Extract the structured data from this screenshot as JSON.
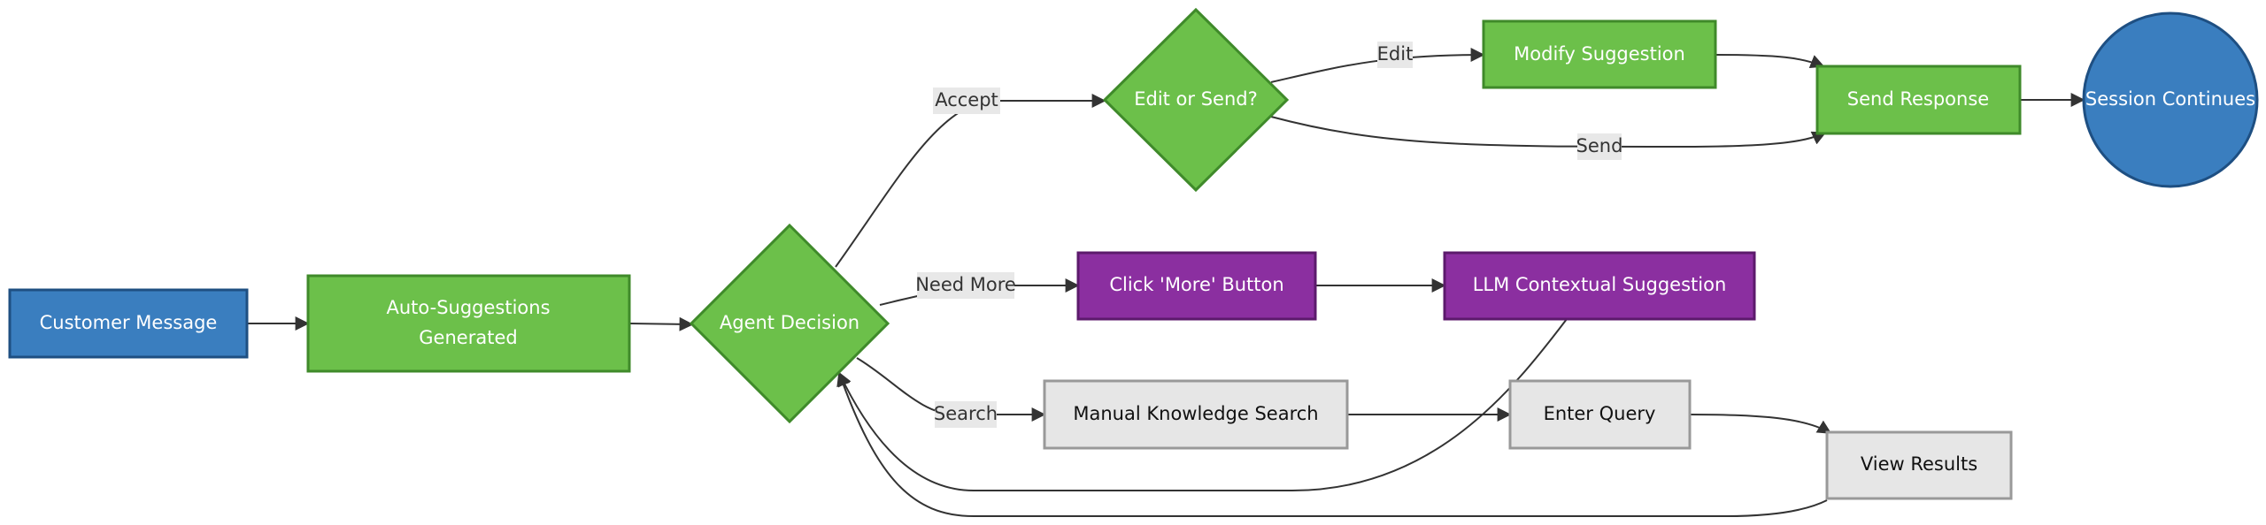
{
  "colors": {
    "blue": "#3a7ebf",
    "blue_border": "#1e4f82",
    "green": "#6cc04a",
    "green_border": "#3f8a2a",
    "purple": "#8b2fa0",
    "purple_border": "#5c1a6c",
    "gray": "#e6e6e6",
    "gray_border": "#999999",
    "edge": "#333333",
    "edge_label_bg": "#e8e8e8"
  },
  "nodes": {
    "customer_message": "Customer Message",
    "auto_suggestions": [
      "Auto-Suggestions",
      "Generated"
    ],
    "agent_decision": "Agent Decision",
    "edit_or_send": "Edit or Send?",
    "modify_suggestion": "Modify Suggestion",
    "send_response": "Send Response",
    "session_continues": "Session Continues",
    "click_more": "Click 'More' Button",
    "llm_suggestion": "LLM Contextual Suggestion",
    "manual_search": "Manual Knowledge Search",
    "enter_query": "Enter Query",
    "view_results": "View Results"
  },
  "edge_labels": {
    "accept": "Accept",
    "edit": "Edit",
    "send": "Send",
    "need_more": "Need More",
    "search": "Search"
  }
}
